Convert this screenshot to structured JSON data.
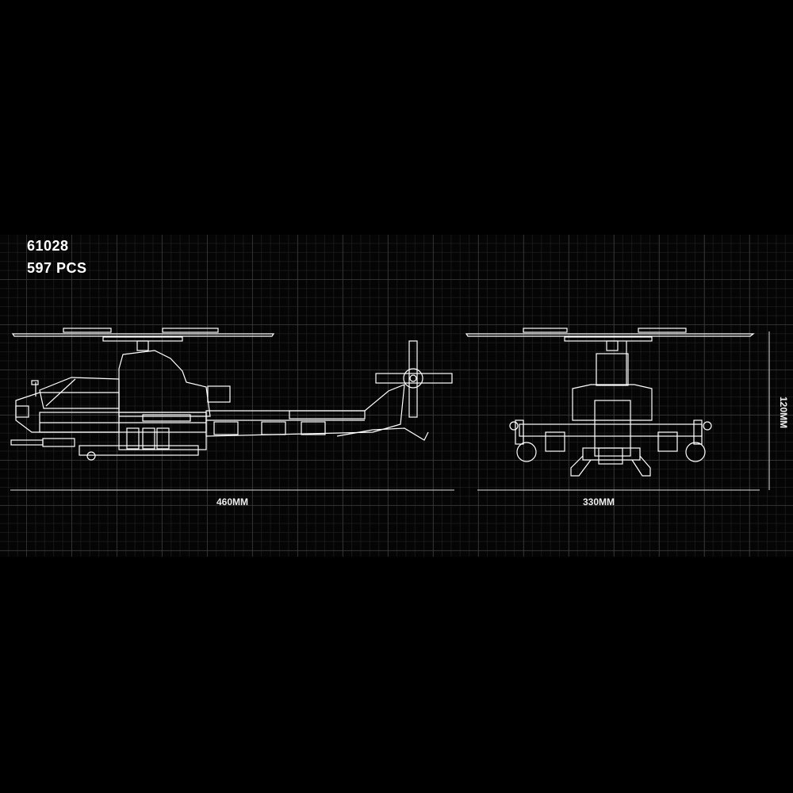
{
  "product": {
    "model_number": "61028",
    "piece_count": "597 PCS"
  },
  "dimensions": {
    "length": "460MM",
    "width": "330MM",
    "height": "120MM"
  },
  "colors": {
    "background": "#000000",
    "lines": "#ffffff",
    "grid": "#464646"
  }
}
